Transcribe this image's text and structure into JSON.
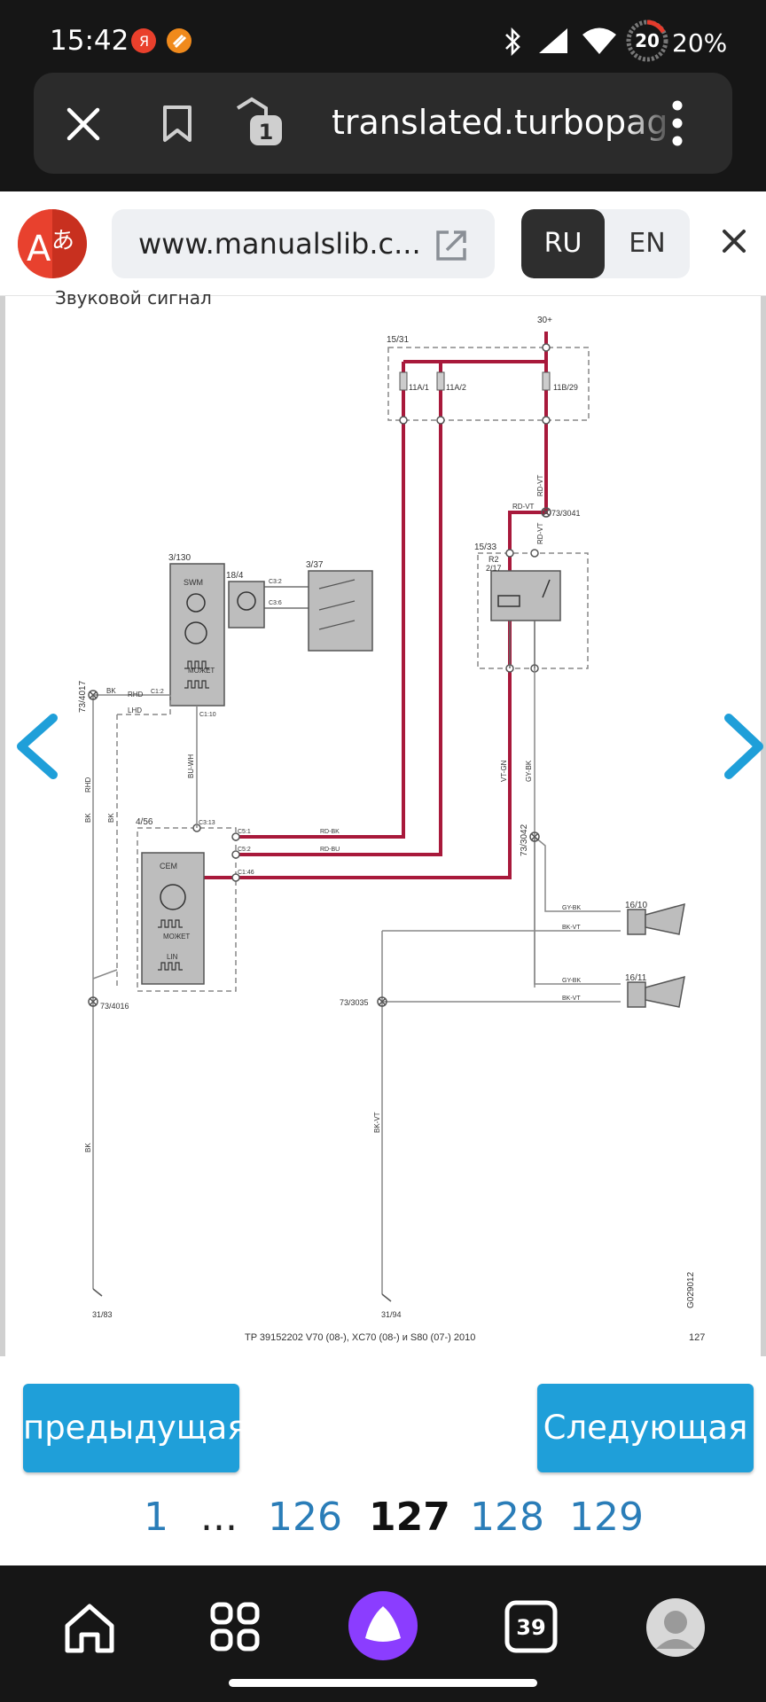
{
  "status_bar": {
    "time": "15:42",
    "battery_percent": "20%",
    "battery_ring_value": "20",
    "icons": [
      "yandex-notification-icon",
      "orange-app-icon",
      "bluetooth-icon",
      "cell-signal-icon",
      "wifi-icon",
      "battery-ring-icon"
    ]
  },
  "browser": {
    "url": "translated.turbopages.org",
    "tab_count": "1"
  },
  "translate_bar": {
    "source_url": "www.manualslib.c...",
    "lang_ru": "RU",
    "lang_en": "EN"
  },
  "manual_page": {
    "partial_heading": "Звуковой сигнал",
    "footer_text": "TP 39152202 V70 (08-), XC70 (08-) и S80 (07-) 2010",
    "page_number_label": "127",
    "figure_id": "G029012",
    "diagram_labels": {
      "supply": "30+",
      "fuse_box": "15/31",
      "fuse_1": "11A/1",
      "fuse_2": "11A/2",
      "fuse_3": "11B/29",
      "rd_vt": "RD-VT",
      "splice_3041": "73/3041",
      "relay_box": "15/33",
      "relay": "R2",
      "relay_id": "2/17",
      "swm_id": "3/130",
      "swm": "SWM",
      "clock_spring": "18/4",
      "switch_pack": "3/37",
      "c3_2": "C3:2",
      "c3_6": "C3:6",
      "mozhet": "МОЖЕТ",
      "c1_2": "C1:2",
      "c1_10": "C1:10",
      "splice_4017": "73/4017",
      "bk": "BK",
      "rhd": "RHD",
      "lhd": "LHD",
      "bu_wh": "BU-WH",
      "vt_gn": "VT-GN",
      "gy_bk": "GY-BK",
      "cem_id": "4/56",
      "cem": "CEM",
      "lin": "LIN",
      "c3_13": "C3:13",
      "c5_1": "C5:1",
      "c5_2": "C5:2",
      "c1_46": "C1:46",
      "rd_bk": "RD-BK",
      "rd_bu": "RD-BU",
      "splice_3042": "73/3042",
      "horn_1": "16/10",
      "horn_2": "16/11",
      "bk_vt": "BK-VT",
      "splice_4016": "73/4016",
      "splice_3035": "73/3035",
      "ground_1": "31/83",
      "ground_2": "31/94"
    }
  },
  "navigation": {
    "prev_label": "предыдущая",
    "next_label": "Следующая",
    "pages": [
      "1",
      "...",
      "126",
      "127",
      "128",
      "129"
    ],
    "current_page": "127"
  },
  "bottom_nav": {
    "tabs_count": "39",
    "items": [
      "home-icon",
      "apps-grid-icon",
      "alice-assistant-icon",
      "tabs-icon",
      "profile-avatar-icon"
    ]
  },
  "colors": {
    "wire_red": "#a8193b",
    "accent_blue": "#1f9fd9",
    "dark_bg": "#161616"
  }
}
